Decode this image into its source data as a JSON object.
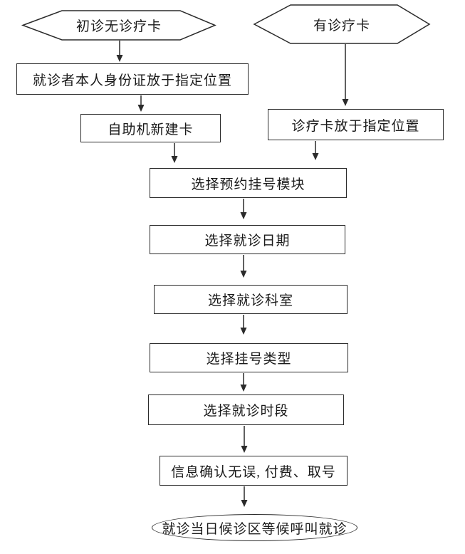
{
  "page": {
    "background_color": "#ffffff",
    "stroke_color": "#2b2b2b",
    "text_color": "#1a1a1a"
  },
  "flowchart": {
    "nodes": {
      "first_visit_no_card": {
        "label": "初诊无诊疗卡",
        "shape": "hexagon"
      },
      "has_card": {
        "label": "有诊疗卡",
        "shape": "hexagon"
      },
      "place_id_card": {
        "label": "就诊者本人身份证放于指定位置",
        "shape": "rect"
      },
      "self_service_new_card": {
        "label": "自助机新建卡",
        "shape": "rect"
      },
      "place_medical_card": {
        "label": "诊疗卡放于指定位置",
        "shape": "rect"
      },
      "select_appointment_module": {
        "label": "选择预约挂号模块",
        "shape": "rect"
      },
      "select_visit_date": {
        "label": "选择就诊日期",
        "shape": "rect"
      },
      "select_department": {
        "label": "选择就诊科室",
        "shape": "rect"
      },
      "select_registration_type": {
        "label": "选择挂号类型",
        "shape": "rect"
      },
      "select_time_slot": {
        "label": "选择就诊时段",
        "shape": "rect"
      },
      "confirm_pay_get_number": {
        "label": "信息确认无误, 付费、取号",
        "shape": "rect"
      },
      "wait_for_call": {
        "label": "就诊当日候诊区等候呼叫就诊",
        "shape": "ellipse"
      }
    },
    "edges": [
      {
        "from": "first_visit_no_card",
        "to": "place_id_card"
      },
      {
        "from": "place_id_card",
        "to": "self_service_new_card"
      },
      {
        "from": "self_service_new_card",
        "to": "select_appointment_module"
      },
      {
        "from": "has_card",
        "to": "place_medical_card"
      },
      {
        "from": "place_medical_card",
        "to": "select_appointment_module"
      },
      {
        "from": "select_appointment_module",
        "to": "select_visit_date"
      },
      {
        "from": "select_visit_date",
        "to": "select_department"
      },
      {
        "from": "select_department",
        "to": "select_registration_type"
      },
      {
        "from": "select_registration_type",
        "to": "select_time_slot"
      },
      {
        "from": "select_time_slot",
        "to": "confirm_pay_get_number"
      },
      {
        "from": "confirm_pay_get_number",
        "to": "wait_for_call"
      }
    ]
  }
}
